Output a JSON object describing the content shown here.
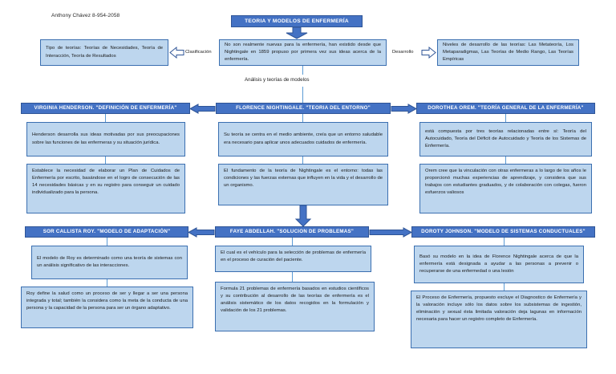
{
  "author": "Anthony Chávez 8-954-2058",
  "title_banner": "TEORIA Y MODELOS DE ENFERMERÍA",
  "row1": {
    "left_box": "Tipo de teorías: Teorías de Necesidades, Teoría de Interacción, Teoría de Resultados",
    "left_arrow_label": "Clasificación",
    "center_box": "No son realmente nuevas para la enfermería, han existido desde que Nightingale en 1859 propuso por primera vez sus ideas acerca de la enfermería.",
    "right_arrow_label": "Desarrollo",
    "right_box": "Niveles de desarrollo de las teorías: Las Metateoría, Los Metaparadigmas, Las Teorías de Medio Rango, Las Teorías Empíricas"
  },
  "section_caption": "Análisis y teorías de modelos",
  "row2": {
    "left": {
      "header": "VIRGINIA HENDERSON. \"DEFINICIÓN DE ENFERMERÍA\"",
      "box1": "Henderson desarrolla sus ideas motivadas por sus preocupaciones sobre las funciones de las enfermeras y su situación jurídica.",
      "box2": "Establece la necesidad de elaborar un Plan de Cuidados de Enfermería por escrito, basándose en el logro de consecución de las 14 necesidades básicas y en su registro para conseguir un cuidado individualizado para la persona."
    },
    "center": {
      "header": "FLORENCE NIGHTINGALE. \"TEORIA DEL ENTORNO\"",
      "box1": "Su teoría se centra en el medio ambiente, creía que un entorno saludable era necesario para aplicar unos adecuados cuidados de enfermería.",
      "box2": "El fundamento de la teoría de Nightingale es el entorno: todas las condiciones y las fuerzas externas que influyen en la vida y el desarrollo de un organismo."
    },
    "right": {
      "header": "DOROTHEA OREM. \"TEORÍA GENERAL DE LA ENFERMERÍA\"",
      "box1": "está compuesta por tres teorías relacionadas entre sí: Teoría del Autocuidado, Teoría del Déficit de Autocuidado y Teoría de los Sistemas de Enfermería.",
      "box2": "Orem cree que la vinculación con otras enfermeras a lo largo de los años le proporcionó muchas experiencias de aprendizaje, y considera que sus trabajos con estudiantes graduados, y de colaboración con colegas, fueron esfuerzos valiosos"
    }
  },
  "row3": {
    "left": {
      "header": "SOR CALLISTA ROY. \"MODELO DE ADAPTACIÓN\"",
      "box1": "El modelo de Roy es determinado como una teoría de sistemas con un análisis significativo de las interacciones.",
      "box2": "Roy define la salud como un proceso de ser y llegar a ser una persona integrada y total; también la considera como la meta de la conducta de una persona y la capacidad de la persona para ser un órgano adaptativo."
    },
    "center": {
      "header": "FAYE ABDELLAH. \"SOLUCION DE PROBLEMAS\"",
      "box1": "El cual es el vehículo para la selección de problemas de enfermería en el proceso de curación del paciente.",
      "box2": "Formula 21 problemas de enfermería basados en estudios científicos y su contribución al desarrollo de las teorías de enfermería es el análisis sistemático de los datos recogidos en la formulación y validación de los 21 problemas."
    },
    "right": {
      "header": "DOROTY JOHNSON. \"MODELO DE SISTEMAS CONDUCTUALES\"",
      "box1": "Basó su modelo en la idea de Florence Nightingale acerca de que la enfermería está designada a ayudar a las personas a prevenir o recuperarse de una enfermedad o una lesión",
      "box2": "El Proceso de Enfermería, propuesto excluye el Diagnostico de Enfermería y la valoración incluye sólo los datos sobre los subsistemas de ingestión, eliminación y sexual ésta limitada valoración deja lagunas en información necesaria para hacer un registro completo de Enfermería."
    }
  },
  "colors": {
    "ribbon": "#4472C4",
    "box_fill": "#BDD6EE",
    "box_border": "#3b6fb0",
    "connector": "#5B9BD5"
  }
}
